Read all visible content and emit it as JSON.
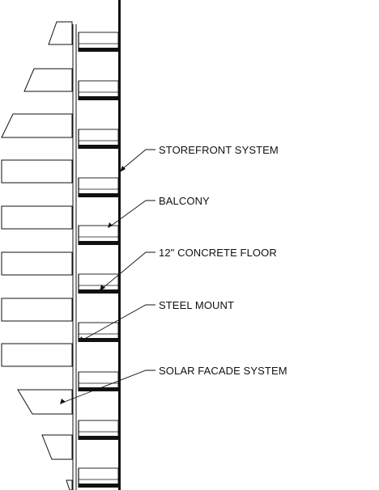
{
  "drawing": {
    "colors": {
      "ink": "#111111",
      "background": "#ffffff"
    },
    "callouts": [
      {
        "id": "storefront",
        "text": "STOREFRONT SYSTEM"
      },
      {
        "id": "balcony",
        "text": "BALCONY"
      },
      {
        "id": "floor",
        "text": "12\" CONCRETE FLOOR"
      },
      {
        "id": "mount",
        "text": "STEEL MOUNT"
      },
      {
        "id": "solar",
        "text": "SOLAR FACADE SYSTEM"
      }
    ]
  }
}
